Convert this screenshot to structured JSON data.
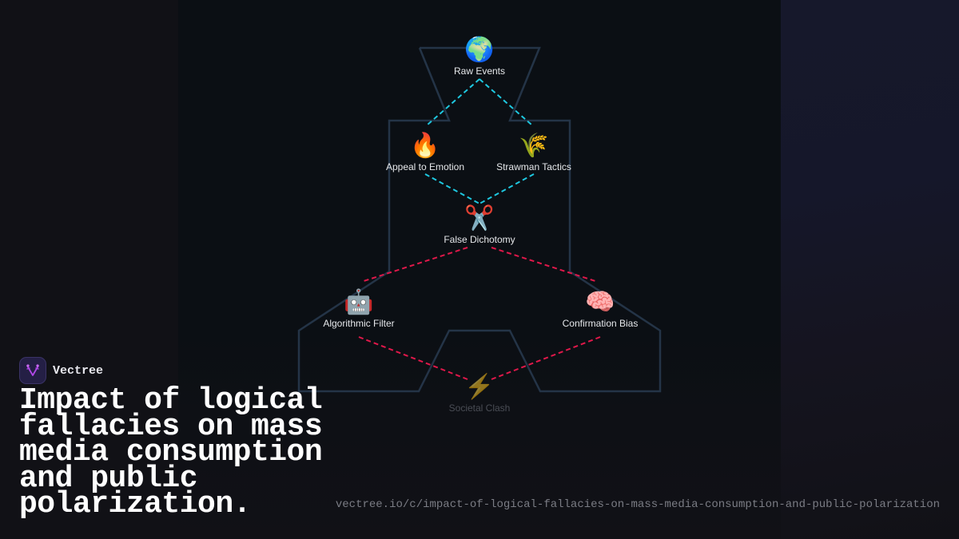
{
  "brand": {
    "name": "Vectree",
    "logo_icon": "vectree-logo-icon"
  },
  "title": "Impact of logical fallacies on mass media consumption and public polarization.",
  "url": "vectree.io/c/impact-of-logical-fallacies-on-mass-media-consumption-and-public-polarization",
  "colors": {
    "background": "#111116",
    "panel": "#0b0f14",
    "outline": "#243447",
    "edge_upper": "#1ec8e0",
    "edge_lower": "#e0184a",
    "logo_bg": "#241f45",
    "logo_accent": "#b048e8"
  },
  "diagram": {
    "nodes": [
      {
        "id": "raw-events",
        "label": "Raw Events",
        "icon": "globe-icon",
        "emoji": "🌍"
      },
      {
        "id": "appeal-to-emotion",
        "label": "Appeal to Emotion",
        "icon": "fire-icon",
        "emoji": "🔥"
      },
      {
        "id": "strawman-tactics",
        "label": "Strawman Tactics",
        "icon": "wheat-icon",
        "emoji": "🌾"
      },
      {
        "id": "false-dichotomy",
        "label": "False Dichotomy",
        "icon": "scissors-icon",
        "emoji": "✂️"
      },
      {
        "id": "algorithmic-filter",
        "label": "Algorithmic Filter",
        "icon": "robot-icon",
        "emoji": "🤖"
      },
      {
        "id": "confirmation-bias",
        "label": "Confirmation Bias",
        "icon": "brain-icon",
        "emoji": "🧠"
      },
      {
        "id": "societal-clash",
        "label": "Societal Clash",
        "icon": "lightning-icon",
        "emoji": "⚡"
      }
    ],
    "edges": [
      {
        "from": "raw-events",
        "to": "appeal-to-emotion",
        "style": "dashed-cyan"
      },
      {
        "from": "raw-events",
        "to": "strawman-tactics",
        "style": "dashed-cyan"
      },
      {
        "from": "appeal-to-emotion",
        "to": "false-dichotomy",
        "style": "dashed-cyan"
      },
      {
        "from": "strawman-tactics",
        "to": "false-dichotomy",
        "style": "dashed-cyan"
      },
      {
        "from": "false-dichotomy",
        "to": "algorithmic-filter",
        "style": "dashed-red"
      },
      {
        "from": "false-dichotomy",
        "to": "confirmation-bias",
        "style": "dashed-red"
      },
      {
        "from": "algorithmic-filter",
        "to": "societal-clash",
        "style": "dashed-red"
      },
      {
        "from": "confirmation-bias",
        "to": "societal-clash",
        "style": "dashed-red"
      }
    ]
  }
}
